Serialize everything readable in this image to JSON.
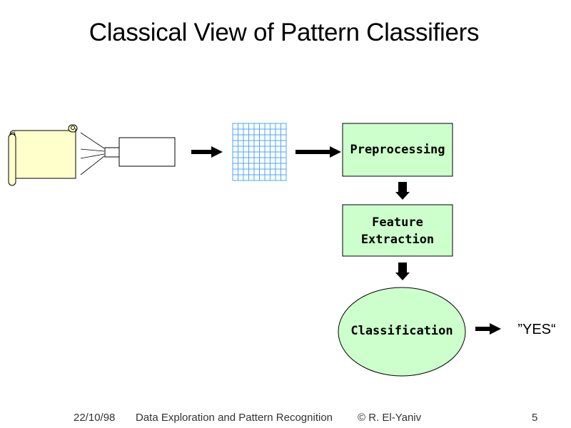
{
  "title": "Classical View of Pattern Classifiers",
  "stages": {
    "preprocessing": "Preprocessing",
    "feature_extraction_line1": "Feature",
    "feature_extraction_line2": "Extraction",
    "classification": "Classification"
  },
  "output_label": "”YES“",
  "footer": {
    "date": "22/10/98",
    "course": "Data Exploration and Pattern Recognition",
    "author": "© R. El-Yaniv",
    "page": "5"
  },
  "colors": {
    "box_fill": "#ccffcc",
    "ellipse_fill": "#ccffcc",
    "scroll_fill": "#ffffcc",
    "grid_line": "#4da6ff",
    "arrow": "#000000"
  }
}
